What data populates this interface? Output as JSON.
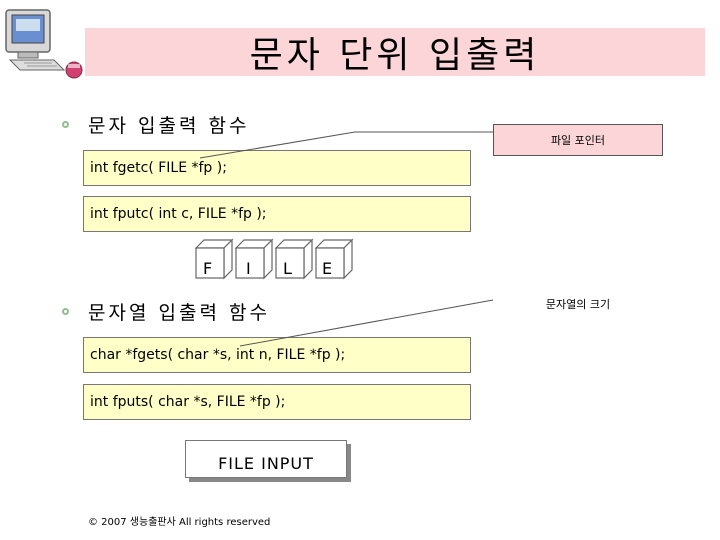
{
  "title": "문자 단위 입출력",
  "sections": [
    {
      "heading": "문자 입출력 함수",
      "code": [
        "int fgetc( FILE *fp );",
        "int fputc( int c, FILE *fp );"
      ]
    },
    {
      "heading": "문자열 입출력 함수",
      "code": [
        "char *fgets( char *s, int n, FILE *fp );",
        "int fputs( char *s, FILE *fp );"
      ]
    }
  ],
  "callouts": {
    "file_pointer": "파일 포인터",
    "string_size": "문자열의 크기"
  },
  "letters": [
    "F",
    "I",
    "L",
    "E"
  ],
  "file_input": "FILE INPUT",
  "footer": "© 2007 생능출판사  All rights reserved",
  "icons": {
    "computer": "computer-icon",
    "stamp": "stamp-icon"
  },
  "colors": {
    "title_bg": "#fbd5d8",
    "code_bg": "#ffffc8",
    "callout_bg": "#fbd5d8",
    "bullet": "#8fbf8f"
  }
}
